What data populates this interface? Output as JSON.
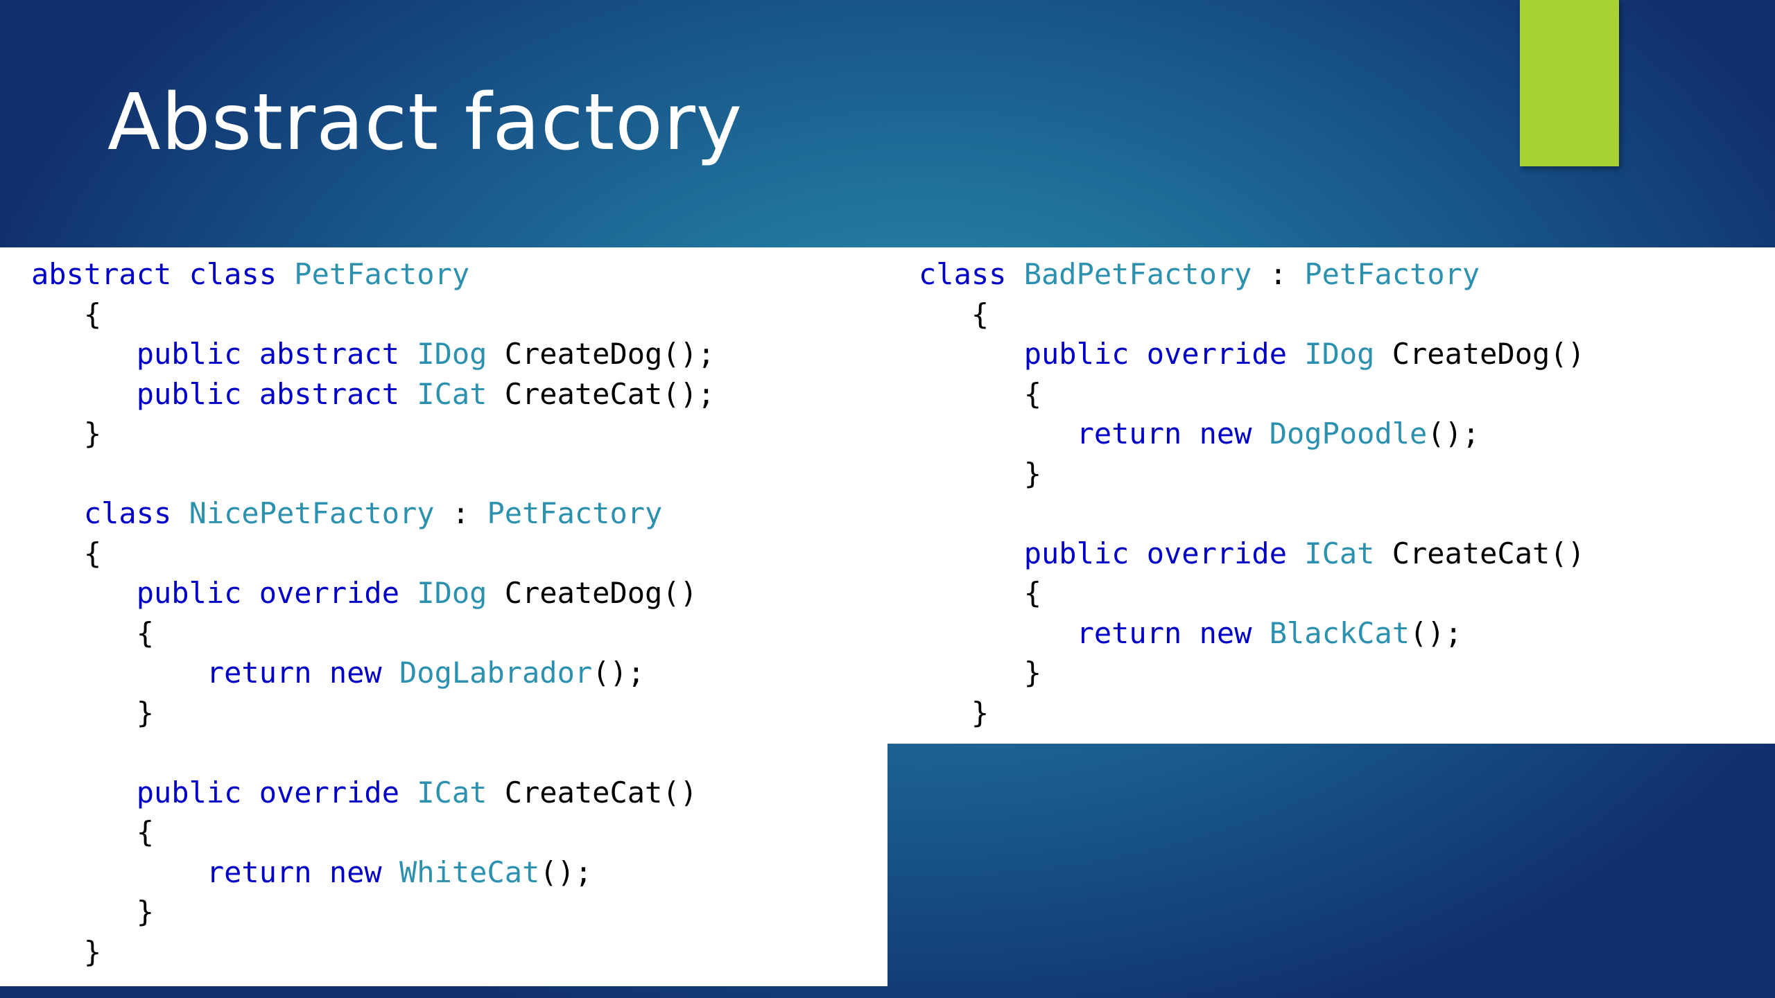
{
  "slide": {
    "title": "Abstract factory",
    "colors": {
      "background": "#1f6f99",
      "accent": "#a7d135",
      "keyword": "#0000c8",
      "type": "#2b91af",
      "text": "#000000"
    }
  },
  "code_left": [
    [
      [
        "kw",
        "abstract class "
      ],
      [
        "ty",
        "PetFactory"
      ]
    ],
    [
      [
        "pl",
        "   {"
      ]
    ],
    [
      [
        "kw",
        "      public abstract "
      ],
      [
        "ty",
        "IDog "
      ],
      [
        "pl",
        "CreateDog();"
      ]
    ],
    [
      [
        "kw",
        "      public abstract "
      ],
      [
        "ty",
        "ICat "
      ],
      [
        "pl",
        "CreateCat();"
      ]
    ],
    [
      [
        "pl",
        "   }"
      ]
    ],
    [],
    [
      [
        "kw",
        "   class "
      ],
      [
        "ty",
        "NicePetFactory "
      ],
      [
        "pl",
        ": "
      ],
      [
        "ty",
        "PetFactory"
      ]
    ],
    [
      [
        "pl",
        "   {"
      ]
    ],
    [
      [
        "kw",
        "      public override "
      ],
      [
        "ty",
        "IDog "
      ],
      [
        "pl",
        "CreateDog()"
      ]
    ],
    [
      [
        "pl",
        "      {"
      ]
    ],
    [
      [
        "kw",
        "          return new "
      ],
      [
        "ty",
        "DogLabrador"
      ],
      [
        "pl",
        "();"
      ]
    ],
    [
      [
        "pl",
        "      }"
      ]
    ],
    [],
    [
      [
        "kw",
        "      public override "
      ],
      [
        "ty",
        "ICat "
      ],
      [
        "pl",
        "CreateCat()"
      ]
    ],
    [
      [
        "pl",
        "      {"
      ]
    ],
    [
      [
        "kw",
        "          return new "
      ],
      [
        "ty",
        "WhiteCat"
      ],
      [
        "pl",
        "();"
      ]
    ],
    [
      [
        "pl",
        "      }"
      ]
    ],
    [
      [
        "pl",
        "   }"
      ]
    ]
  ],
  "code_right": [
    [
      [
        "kw",
        "class "
      ],
      [
        "ty",
        "BadPetFactory "
      ],
      [
        "pl",
        ": "
      ],
      [
        "ty",
        "PetFactory"
      ]
    ],
    [
      [
        "pl",
        "   {"
      ]
    ],
    [
      [
        "kw",
        "      public override "
      ],
      [
        "ty",
        "IDog "
      ],
      [
        "pl",
        "CreateDog()"
      ]
    ],
    [
      [
        "pl",
        "      {"
      ]
    ],
    [
      [
        "kw",
        "         return new "
      ],
      [
        "ty",
        "DogPoodle"
      ],
      [
        "pl",
        "();"
      ]
    ],
    [
      [
        "pl",
        "      }"
      ]
    ],
    [],
    [
      [
        "kw",
        "      public override "
      ],
      [
        "ty",
        "ICat "
      ],
      [
        "pl",
        "CreateCat()"
      ]
    ],
    [
      [
        "pl",
        "      {"
      ]
    ],
    [
      [
        "kw",
        "         return new "
      ],
      [
        "ty",
        "BlackCat"
      ],
      [
        "pl",
        "();"
      ]
    ],
    [
      [
        "pl",
        "      }"
      ]
    ],
    [
      [
        "pl",
        "   }"
      ]
    ]
  ]
}
